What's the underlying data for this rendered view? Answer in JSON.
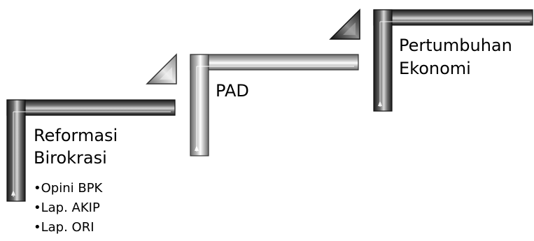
{
  "diagram": {
    "steps": [
      {
        "title_lines": [
          "Reformasi",
          "Birokrasi"
        ],
        "bullets": [
          "•Opini BPK",
          "•Lap. AKIP",
          "•Lap. ORI"
        ],
        "style": "dark"
      },
      {
        "title_lines": [
          "PAD"
        ],
        "bullets": [],
        "style": "light"
      },
      {
        "title_lines": [
          "Pertumbuhan",
          "Ekonomi"
        ],
        "bullets": [],
        "style": "dark"
      }
    ],
    "arrows": [
      {
        "style": "light"
      },
      {
        "style": "dark"
      }
    ]
  }
}
